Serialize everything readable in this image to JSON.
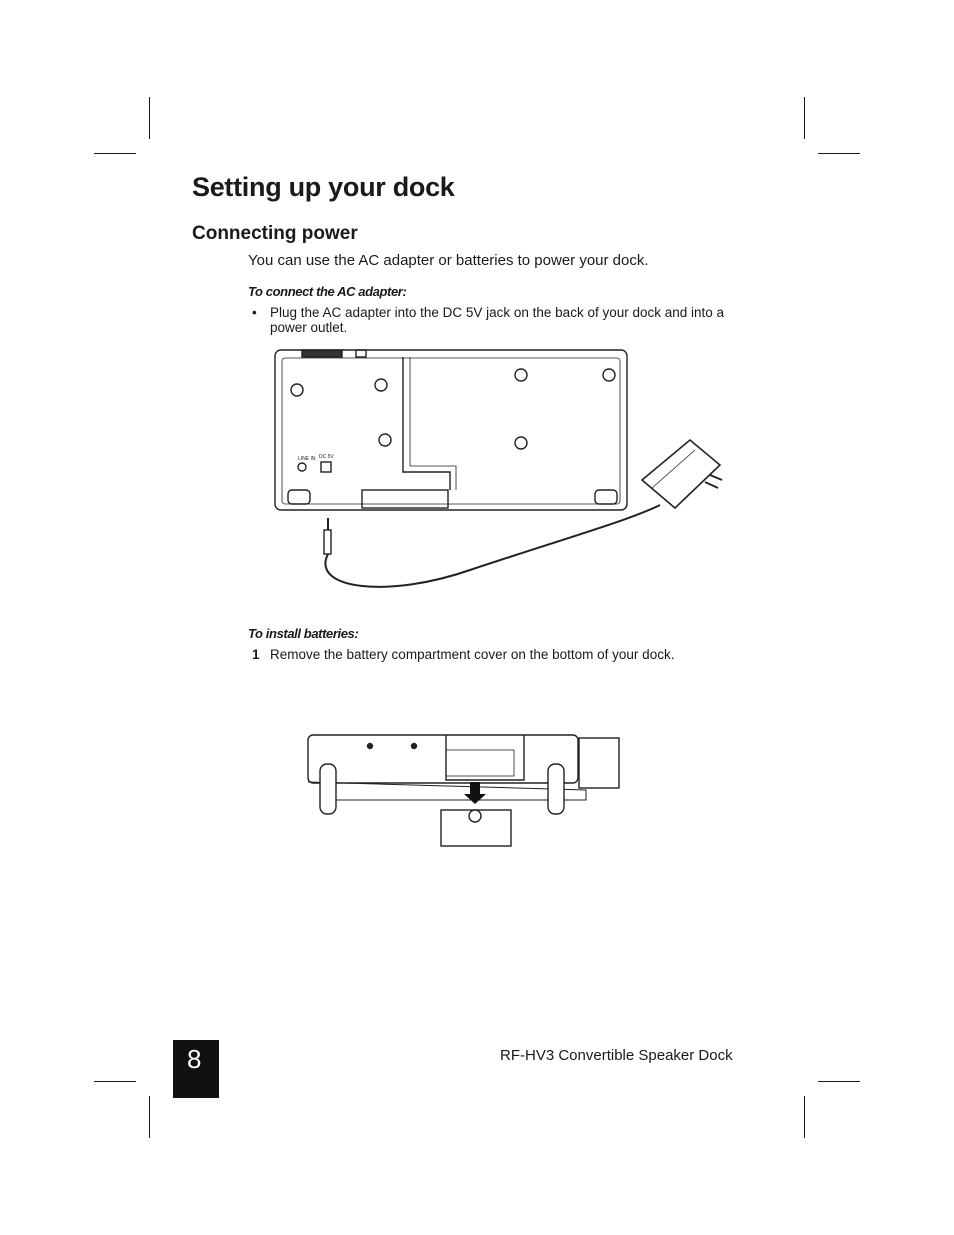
{
  "page": {
    "title": "Setting up your dock",
    "section_title": "Connecting power",
    "intro": "You can use the AC adapter or batteries to power your dock.",
    "ac_adapter": {
      "heading": "To connect the AC adapter:",
      "steps": [
        {
          "marker": "•",
          "text": "Plug the AC adapter into the DC 5V jack on the back of your dock and into a power outlet."
        }
      ]
    },
    "batteries": {
      "heading": "To install batteries:",
      "steps": [
        {
          "marker": "1",
          "text": "Remove the battery compartment cover on the bottom of your dock."
        }
      ]
    },
    "figures": {
      "adapter_jack_labels": [
        "LINE IN",
        "DC 5V"
      ]
    }
  },
  "footer": {
    "page_number": "8",
    "product_name": "RF-HV3 Convertible Speaker Dock"
  }
}
